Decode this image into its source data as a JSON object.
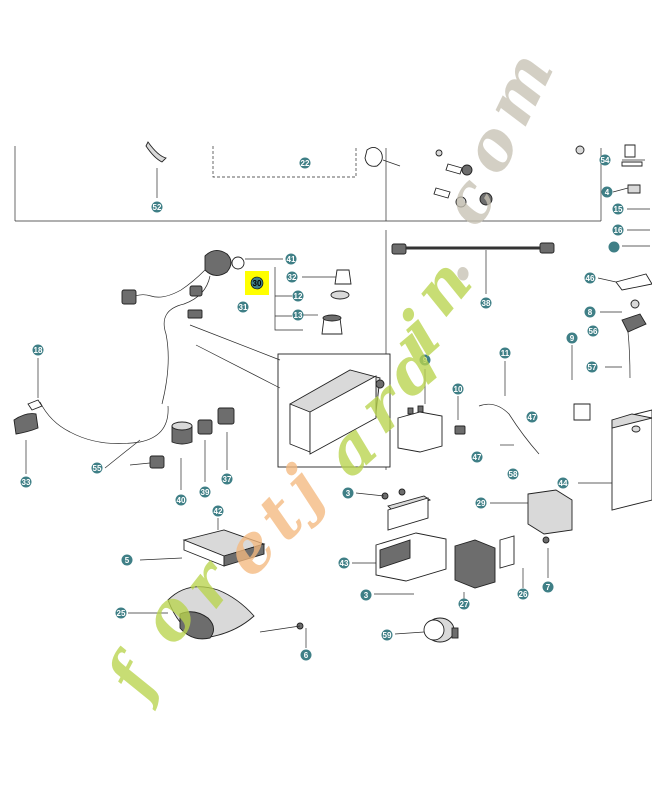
{
  "watermark": {
    "letters": [
      "f",
      "o",
      "r",
      "e",
      "t",
      "j",
      "a",
      "r",
      "d",
      "i",
      "n",
      ".",
      "c",
      "o",
      "m"
    ],
    "color_green": "#b8d34d",
    "color_orange": "#f4b97f",
    "color_gray": "#c6c1b3"
  },
  "callout_color": "#3f7f86",
  "highlight_color": "#ffff00",
  "callouts": [
    {
      "id": "22",
      "label": "22"
    },
    {
      "id": "52",
      "label": "52"
    },
    {
      "id": "54",
      "label": "54"
    },
    {
      "id": "4",
      "label": "4"
    },
    {
      "id": "15",
      "label": "15"
    },
    {
      "id": "16",
      "label": "16"
    },
    {
      "id": "1",
      "label": ""
    },
    {
      "id": "41",
      "label": "41"
    },
    {
      "id": "30",
      "label": "30"
    },
    {
      "id": "32",
      "label": "32"
    },
    {
      "id": "12",
      "label": "12"
    },
    {
      "id": "31",
      "label": "31"
    },
    {
      "id": "13",
      "label": "13"
    },
    {
      "id": "38",
      "label": "38"
    },
    {
      "id": "46",
      "label": "46"
    },
    {
      "id": "8",
      "label": "8"
    },
    {
      "id": "56",
      "label": "56"
    },
    {
      "id": "9a",
      "label": "9"
    },
    {
      "id": "57",
      "label": "57"
    },
    {
      "id": "18",
      "label": "18"
    },
    {
      "id": "9b",
      "label": "9"
    },
    {
      "id": "11",
      "label": "11"
    },
    {
      "id": "10",
      "label": "10"
    },
    {
      "id": "47a",
      "label": "47"
    },
    {
      "id": "47b",
      "label": "47"
    },
    {
      "id": "58",
      "label": "58"
    },
    {
      "id": "44",
      "label": "44"
    },
    {
      "id": "55",
      "label": "55"
    },
    {
      "id": "33",
      "label": "33"
    },
    {
      "id": "40",
      "label": "40"
    },
    {
      "id": "39",
      "label": "39"
    },
    {
      "id": "37",
      "label": "37"
    },
    {
      "id": "3a",
      "label": "3"
    },
    {
      "id": "29",
      "label": "29"
    },
    {
      "id": "42",
      "label": "42"
    },
    {
      "id": "5",
      "label": "5"
    },
    {
      "id": "43",
      "label": "43"
    },
    {
      "id": "3b",
      "label": "3"
    },
    {
      "id": "27",
      "label": "27"
    },
    {
      "id": "26",
      "label": "26"
    },
    {
      "id": "7",
      "label": "7"
    },
    {
      "id": "25",
      "label": "25"
    },
    {
      "id": "59",
      "label": "59"
    },
    {
      "id": "6",
      "label": "6"
    }
  ]
}
